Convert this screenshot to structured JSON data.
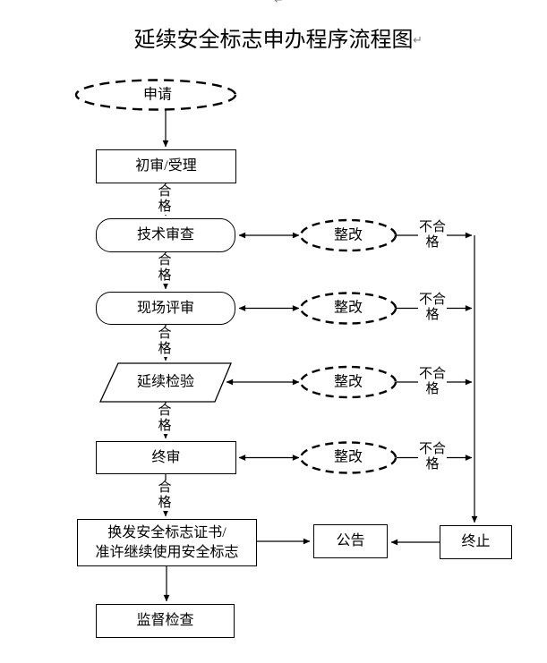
{
  "page": {
    "background_color": "#ffffff",
    "line_color": "#000000",
    "paragraph_mark_color": "#808080"
  },
  "title": {
    "text": "延续安全标志申办程序流程图",
    "paragraph_mark": "↵"
  },
  "nodes": {
    "apply": {
      "label": "申请",
      "shape": "dashed-ellipse"
    },
    "initial_review": {
      "label": "初审/受理",
      "shape": "rect"
    },
    "technical_review": {
      "label": "技术审查",
      "shape": "rounded-rect"
    },
    "onsite_review": {
      "label": "现场评审",
      "shape": "rounded-rect"
    },
    "renewal_inspection": {
      "label": "延续检验",
      "shape": "parallelogram"
    },
    "final_review": {
      "label": "终审",
      "shape": "rect"
    },
    "certificate": {
      "label_line1": "换发安全标志证书/",
      "label_line2": "准许继续使用安全标志",
      "shape": "rect"
    },
    "announcement": {
      "label": "公告",
      "shape": "rect"
    },
    "termination": {
      "label": "终止",
      "shape": "rect"
    },
    "supervision": {
      "label": "监督检查",
      "shape": "rect"
    },
    "rectification": {
      "label": "整改",
      "shape": "dashed-ellipse"
    }
  },
  "edge_labels": {
    "pass_line1": "合",
    "pass_line2": "格",
    "fail_line1": "不合",
    "fail_line2": "格"
  }
}
